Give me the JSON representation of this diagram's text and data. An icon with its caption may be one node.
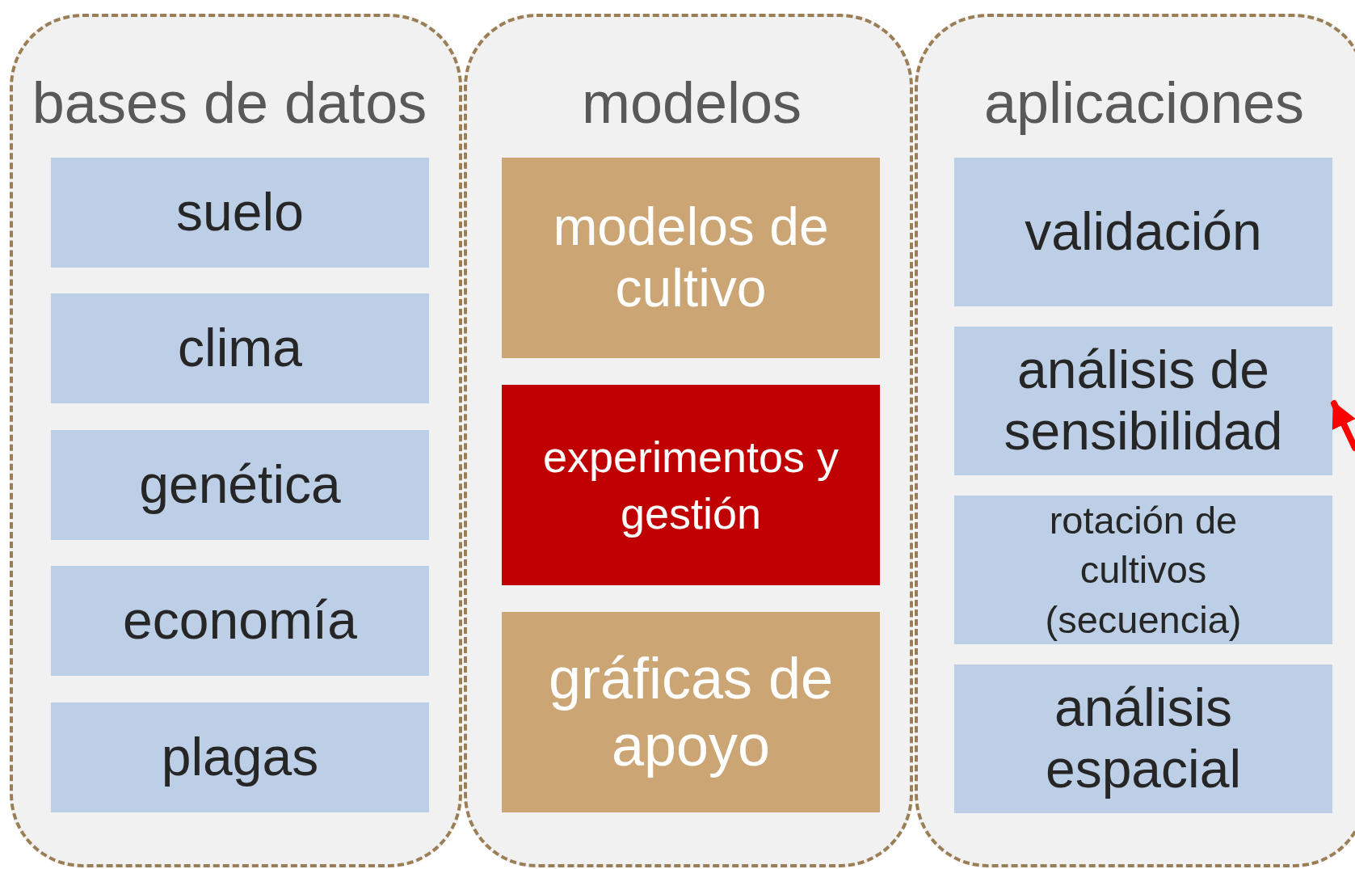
{
  "diagram": {
    "nodes": [
      {
        "text": [
          "bases de datos"
        ]
      },
      {
        "text": [
          "suelo"
        ],
        "in": 0
      },
      {
        "text": [
          "clima"
        ],
        "in": 0
      },
      {
        "text": [
          "genética"
        ],
        "in": 0
      },
      {
        "text": [
          "economía"
        ],
        "in": 0
      },
      {
        "text": [
          "plagas"
        ],
        "in": 0
      },
      {
        "text": [
          "modelos"
        ]
      },
      {
        "text": [
          "modelos de cultivo"
        ],
        "in": 6
      },
      {
        "text": [
          "experimentos y gestión"
        ],
        "in": 6
      },
      {
        "text": [
          "gráficas de apoyo"
        ],
        "in": 6
      },
      {
        "text": [
          "aplicaciones"
        ]
      },
      {
        "text": [
          "validación"
        ],
        "in": 10
      },
      {
        "text": [
          "análisis de sensibilidad"
        ],
        "in": 10
      },
      {
        "text": [
          "rotación de cultivos (secuencia)"
        ],
        "in": 10
      },
      {
        "text": [
          "análisis espacial"
        ],
        "in": 10
      }
    ],
    "edges": [
      {
        "from": null,
        "to": 12,
        "arrow": "to",
        "color": "#ff0000"
      }
    ]
  }
}
